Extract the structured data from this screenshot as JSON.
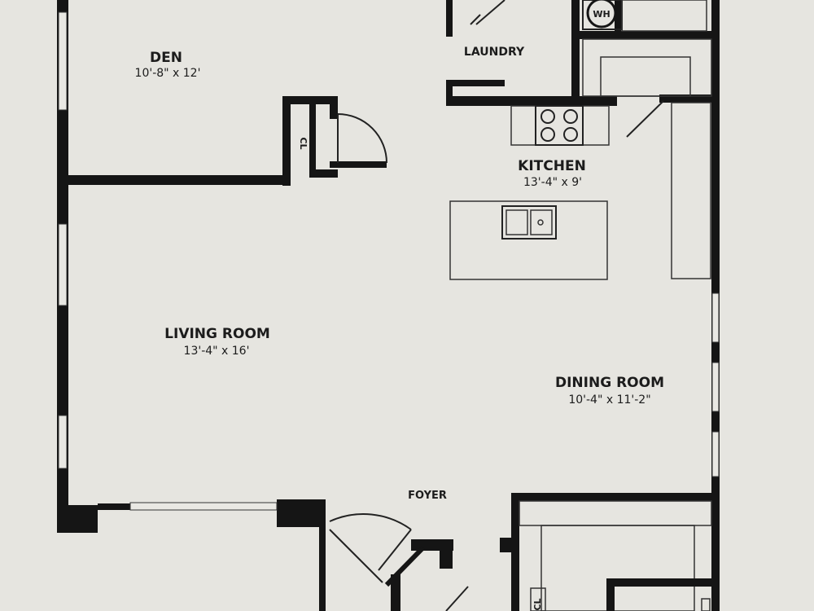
{
  "rooms": {
    "den": {
      "name": "DEN",
      "dims": "10'-8\" x 12'"
    },
    "laundry": {
      "name": "LAUNDRY"
    },
    "kitchen": {
      "name": "KITCHEN",
      "dims": "13'-4\" x 9'"
    },
    "living_room": {
      "name": "LIVING ROOM",
      "dims": "13'-4\" x 16'"
    },
    "dining_room": {
      "name": "DINING ROOM",
      "dims": "10'-4\" x 11'-2\""
    },
    "foyer": {
      "name": "FOYER"
    }
  },
  "fixtures": {
    "water_heater": "WH",
    "closet": "CL",
    "lower_closet": "CL"
  }
}
